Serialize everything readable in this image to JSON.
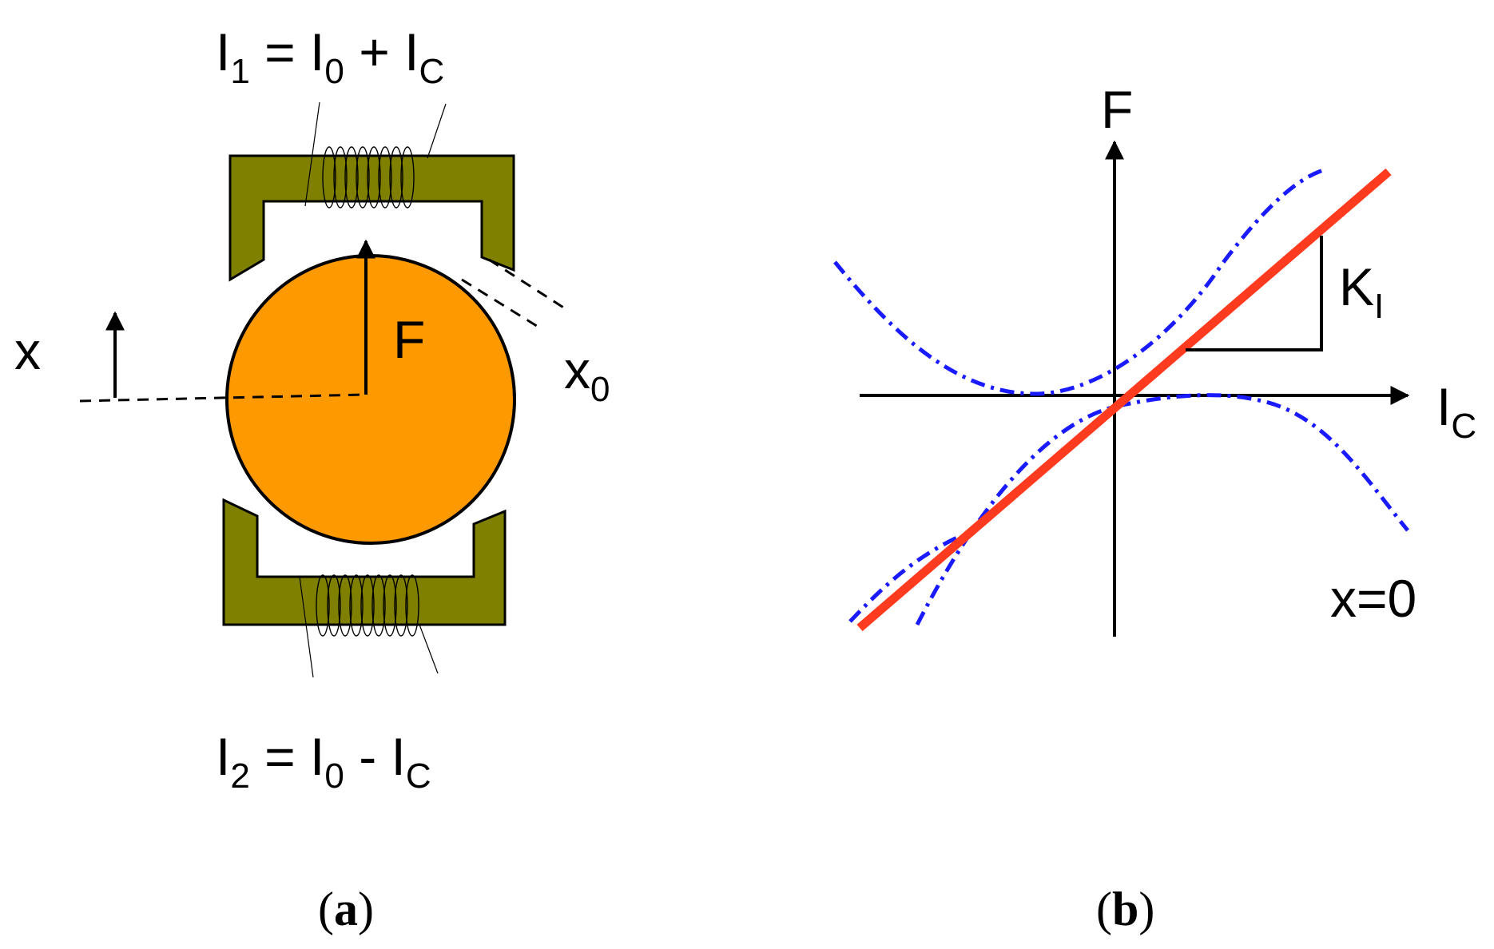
{
  "panel_a": {
    "i1": {
      "main": "I",
      "sub1": "1",
      "eq": " = I",
      "sub0": "0",
      "plus": " + I",
      "subc": "C"
    },
    "i2": {
      "main": "I",
      "sub2": "2",
      "eq": " = I",
      "sub0": "0",
      "minus": " - I",
      "subc": "C"
    },
    "x_label": "x",
    "f_label": "F",
    "x0": {
      "main": "x",
      "sub": "0"
    },
    "caption": {
      "open": "(",
      "letter": "a",
      "close": ")"
    },
    "colors": {
      "rotor": "#ff9900",
      "core": "#808000"
    }
  },
  "panel_b": {
    "f_axis_label": "F",
    "ic_axis": {
      "main": "I",
      "sub": "C"
    },
    "ki": {
      "main": "K",
      "sub": "I"
    },
    "x0_label": "x=0",
    "caption": {
      "open": "(",
      "letter": "b",
      "close": ")"
    },
    "colors": {
      "linear": "#ff3b1f",
      "curves": "#1a1aff"
    }
  }
}
